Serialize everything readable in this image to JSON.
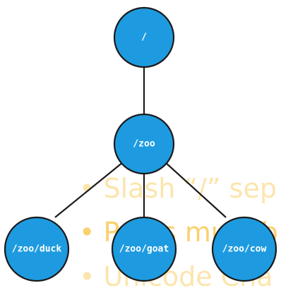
{
  "diagram": {
    "nodes": [
      {
        "id": "root",
        "label": "/"
      },
      {
        "id": "zoo",
        "label": "/zoo"
      },
      {
        "id": "duck",
        "label": "/zoo/duck"
      },
      {
        "id": "goat",
        "label": "/zoo/goat"
      },
      {
        "id": "cow",
        "label": "/zoo/cow"
      }
    ],
    "edges": [
      {
        "from": "root",
        "to": "zoo"
      },
      {
        "from": "zoo",
        "to": "duck"
      },
      {
        "from": "zoo",
        "to": "goat"
      },
      {
        "from": "zoo",
        "to": "cow"
      }
    ],
    "node_color": "#1e9be0",
    "outline_color": "#1a1a1a",
    "label_color": "#ffffff"
  },
  "background_bullets": {
    "color": "#f8c64a",
    "items": [
      "• Slash “/” sep",
      "• Paths must b",
      "• Unicode Cha"
    ]
  }
}
